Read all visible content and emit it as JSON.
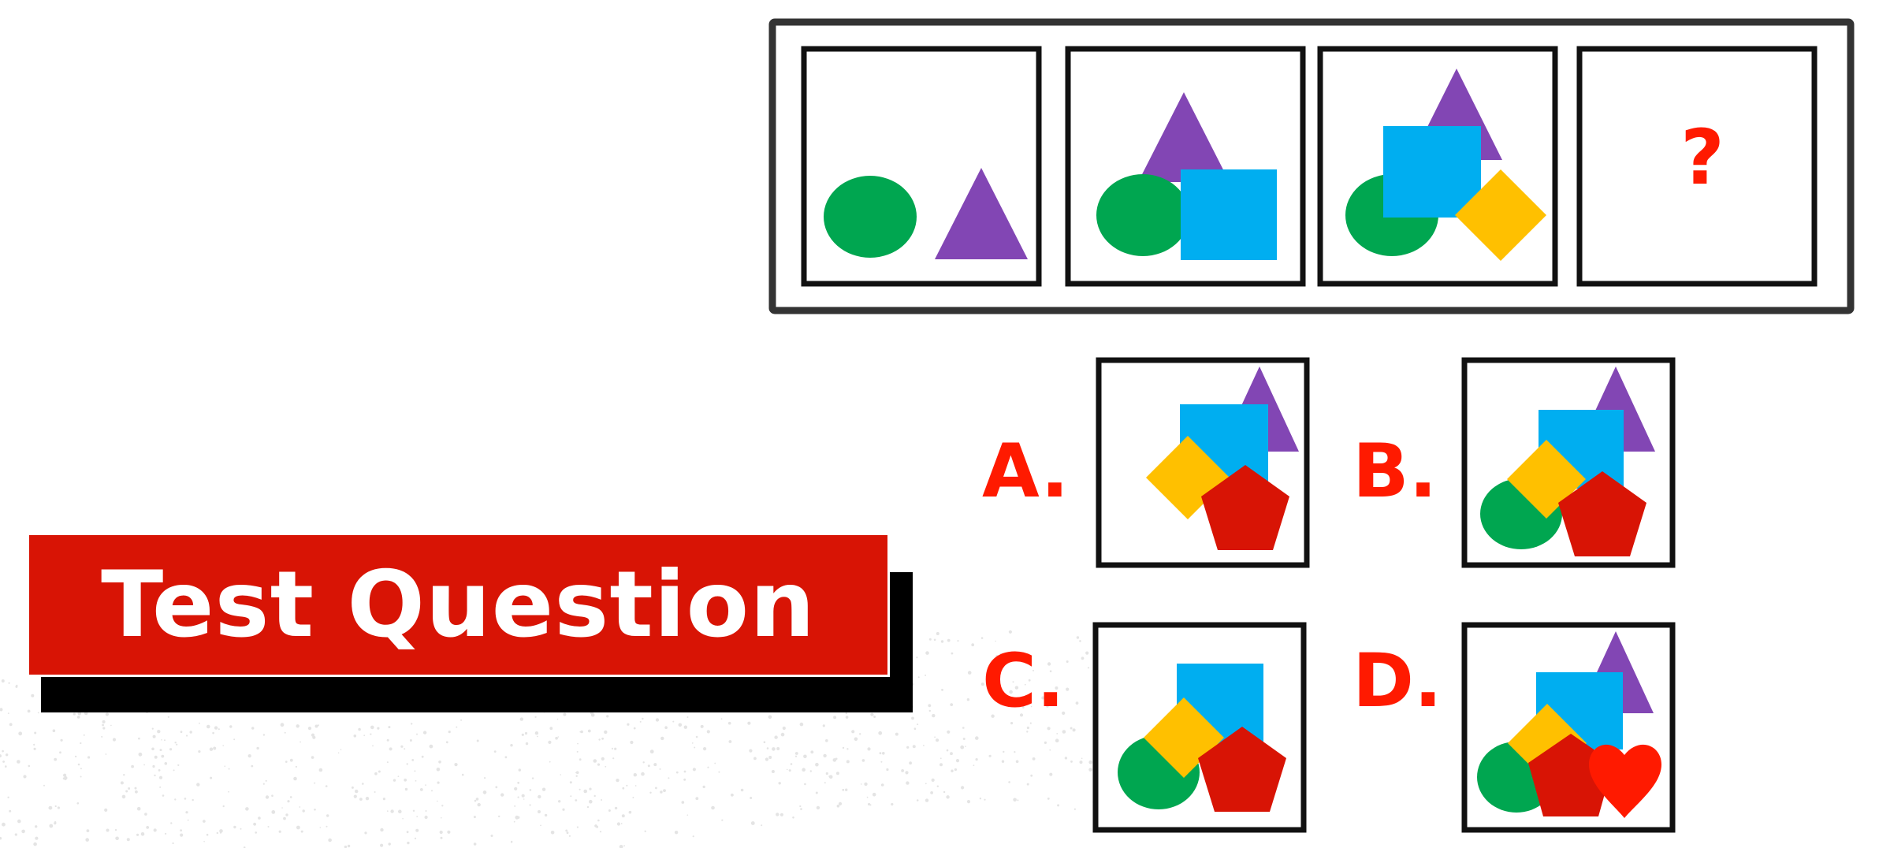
{
  "title": "Test Question",
  "sequence": {
    "missing_mark": "?",
    "panels": [
      {
        "shapes": [
          "circle",
          "triangle"
        ]
      },
      {
        "shapes": [
          "circle",
          "triangle",
          "square"
        ]
      },
      {
        "shapes": [
          "circle",
          "triangle",
          "square",
          "diamond"
        ]
      },
      {
        "shapes": [
          "missing"
        ]
      }
    ]
  },
  "options": [
    {
      "label": "A.",
      "shapes": [
        "triangle",
        "square",
        "diamond",
        "pentagon"
      ]
    },
    {
      "label": "B.",
      "shapes": [
        "circle",
        "triangle",
        "square",
        "diamond",
        "pentagon"
      ]
    },
    {
      "label": "C.",
      "shapes": [
        "circle",
        "square",
        "diamond",
        "pentagon"
      ]
    },
    {
      "label": "D.",
      "shapes": [
        "circle",
        "triangle",
        "square",
        "diamond",
        "pentagon",
        "heart"
      ]
    }
  ],
  "colors": {
    "circle": "#00a650",
    "triangle": "#8246b4",
    "square": "#00aef0",
    "diamond": "#ffc000",
    "pentagon": "#d81405",
    "heart": "#ff1a00",
    "label": "#ff1a00",
    "banner": "#d81405"
  }
}
